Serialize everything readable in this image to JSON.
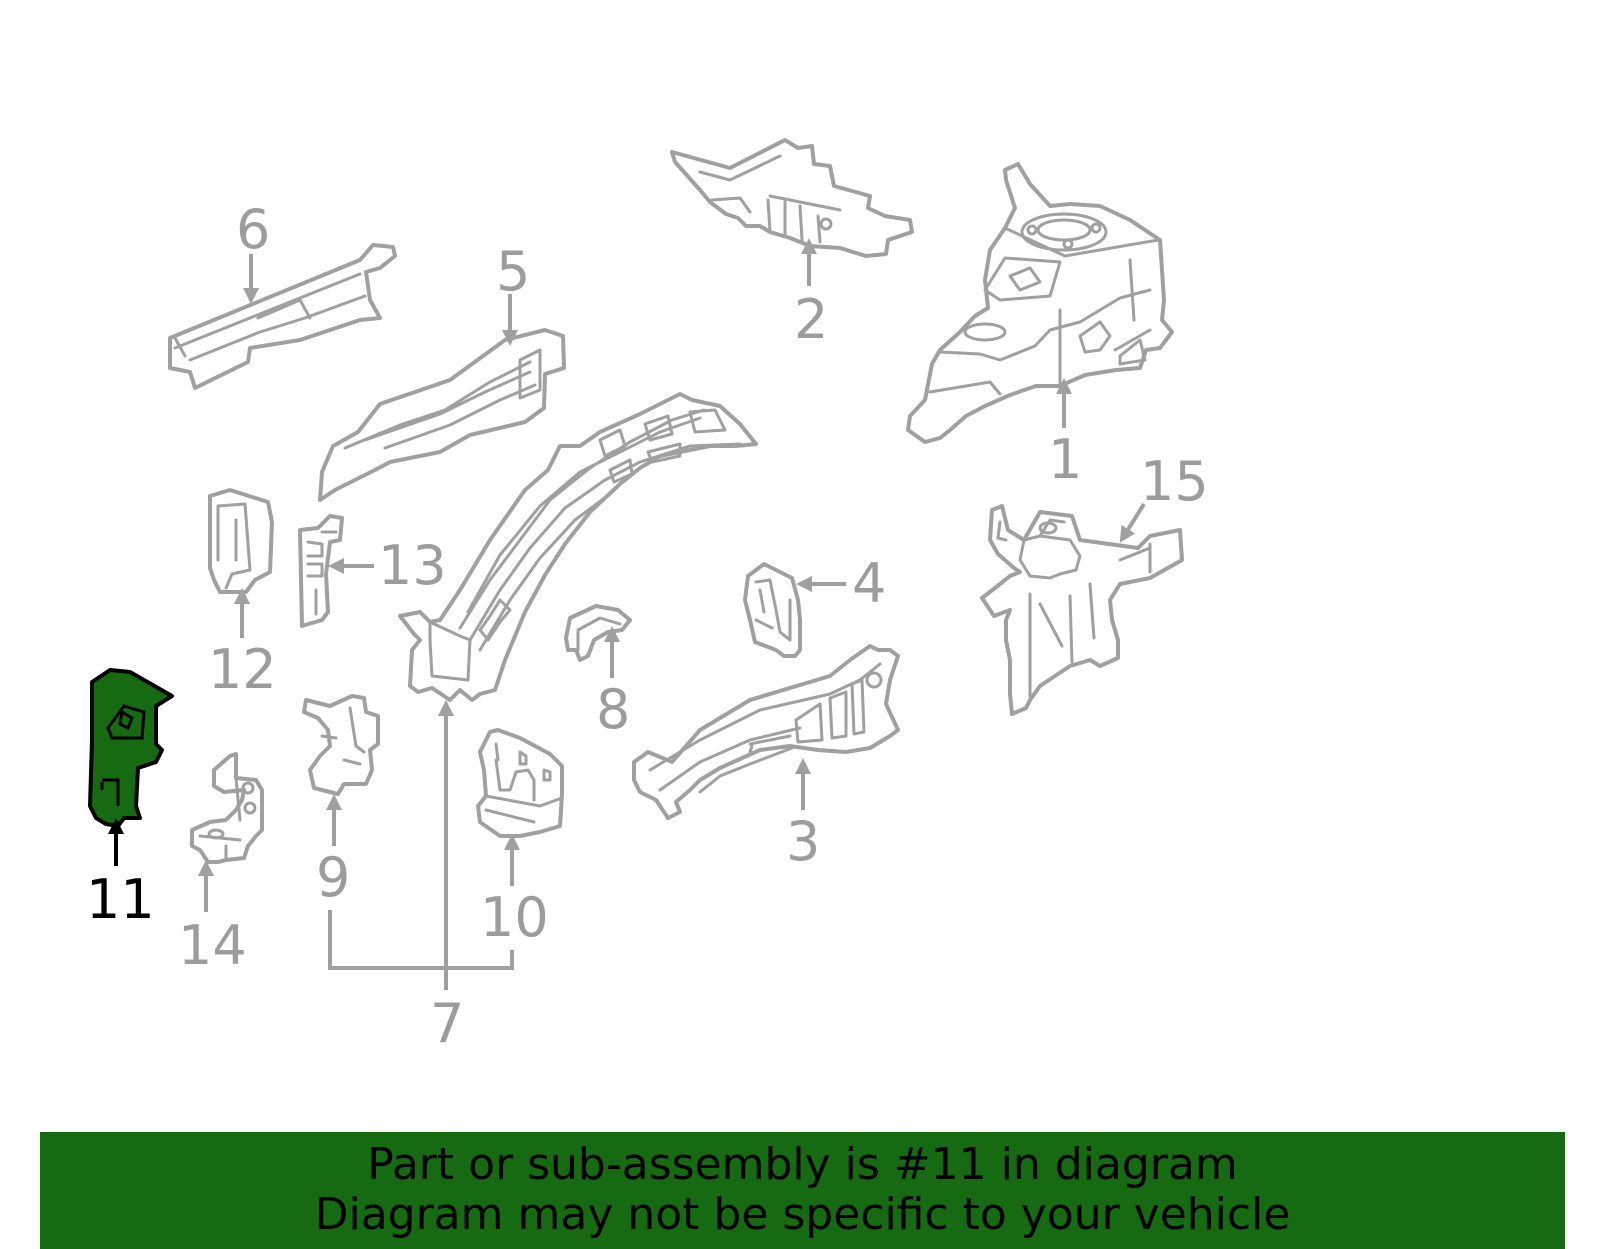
{
  "diagram": {
    "highlight_color": "#166a12",
    "line_color": "#a0a0a0",
    "labels": {
      "p1": "1",
      "p2": "2",
      "p3": "3",
      "p4": "4",
      "p5": "5",
      "p6": "6",
      "p7": "7",
      "p8": "8",
      "p9": "9",
      "p10": "10",
      "p11": "11",
      "p12": "12",
      "p13": "13",
      "p14": "14",
      "p15": "15"
    },
    "highlighted_part": "11"
  },
  "banner": {
    "line1": "Part or sub-assembly is #11 in diagram",
    "line2": "Diagram may not be specific to your vehicle"
  }
}
